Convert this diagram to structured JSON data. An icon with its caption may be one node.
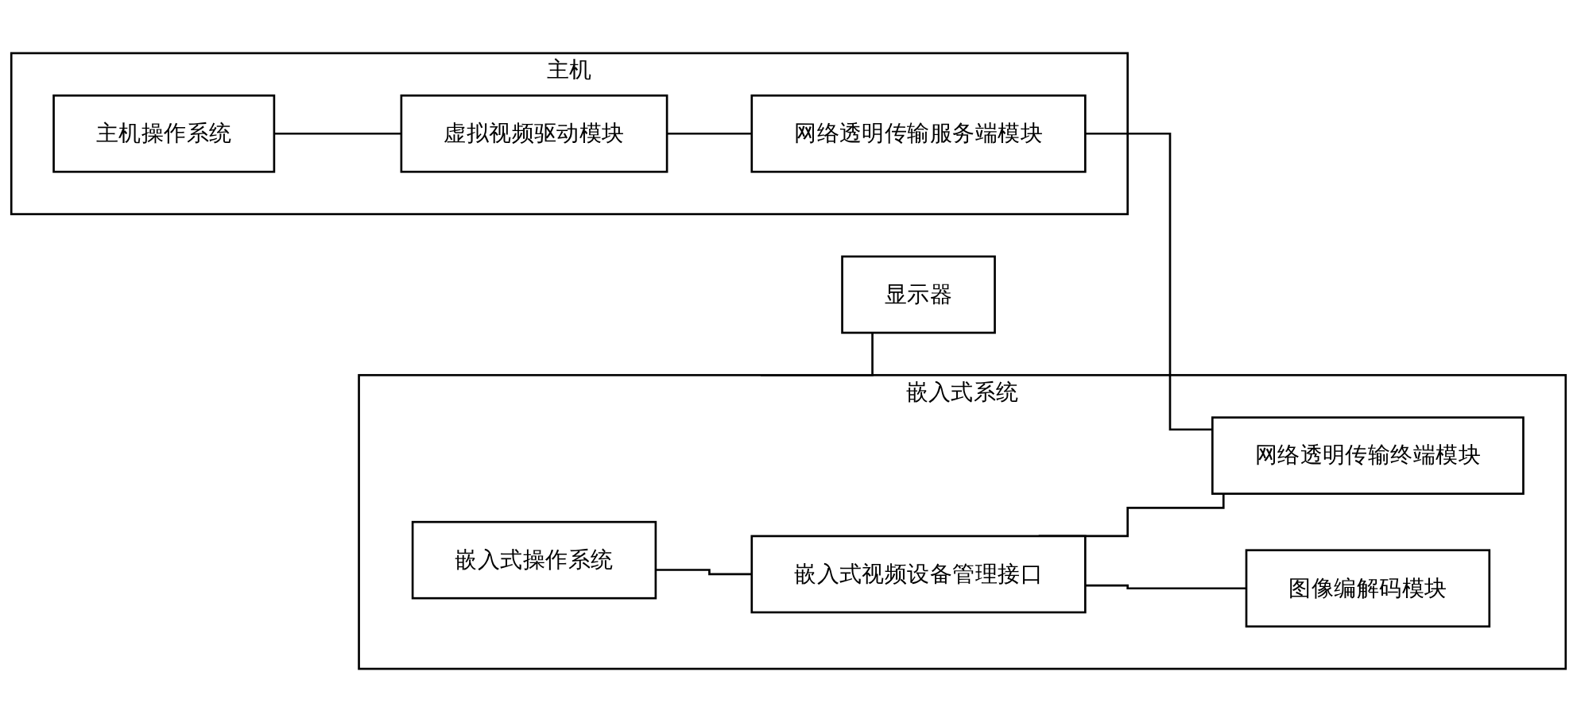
{
  "diagram": {
    "nodes": [
      {
        "text": [
          "主机"
        ]
      },
      {
        "text": [
          "主机操作系统"
        ],
        "in": 0
      },
      {
        "text": [
          "虚拟视频驱动模块"
        ],
        "in": 0
      },
      {
        "text": [
          "网络透明传输服务端模块"
        ],
        "in": 0
      },
      {
        "text": [
          "嵌入式系统"
        ]
      },
      {
        "text": [
          "嵌入式操作系统"
        ],
        "in": 4
      },
      {
        "text": [
          "嵌入式视频设备管理接口"
        ],
        "in": 4
      },
      {
        "text": [
          "网络透明传输终端模块"
        ],
        "in": 4
      },
      {
        "text": [
          "图像编解码模块"
        ],
        "in": 4
      },
      {
        "text": [
          "显示器"
        ]
      }
    ],
    "edges": [
      {
        "from": 1,
        "to": 2,
        "arrow": "none"
      },
      {
        "from": 2,
        "to": 3,
        "arrow": "none"
      },
      {
        "from": 3,
        "to": 7,
        "arrow": "none"
      },
      {
        "from": 5,
        "to": 6,
        "arrow": "none"
      },
      {
        "from": 6,
        "to": 7,
        "arrow": "none"
      },
      {
        "from": 6,
        "to": 8,
        "arrow": "none"
      },
      {
        "from": 4,
        "to": 9,
        "arrow": "none"
      }
    ]
  }
}
